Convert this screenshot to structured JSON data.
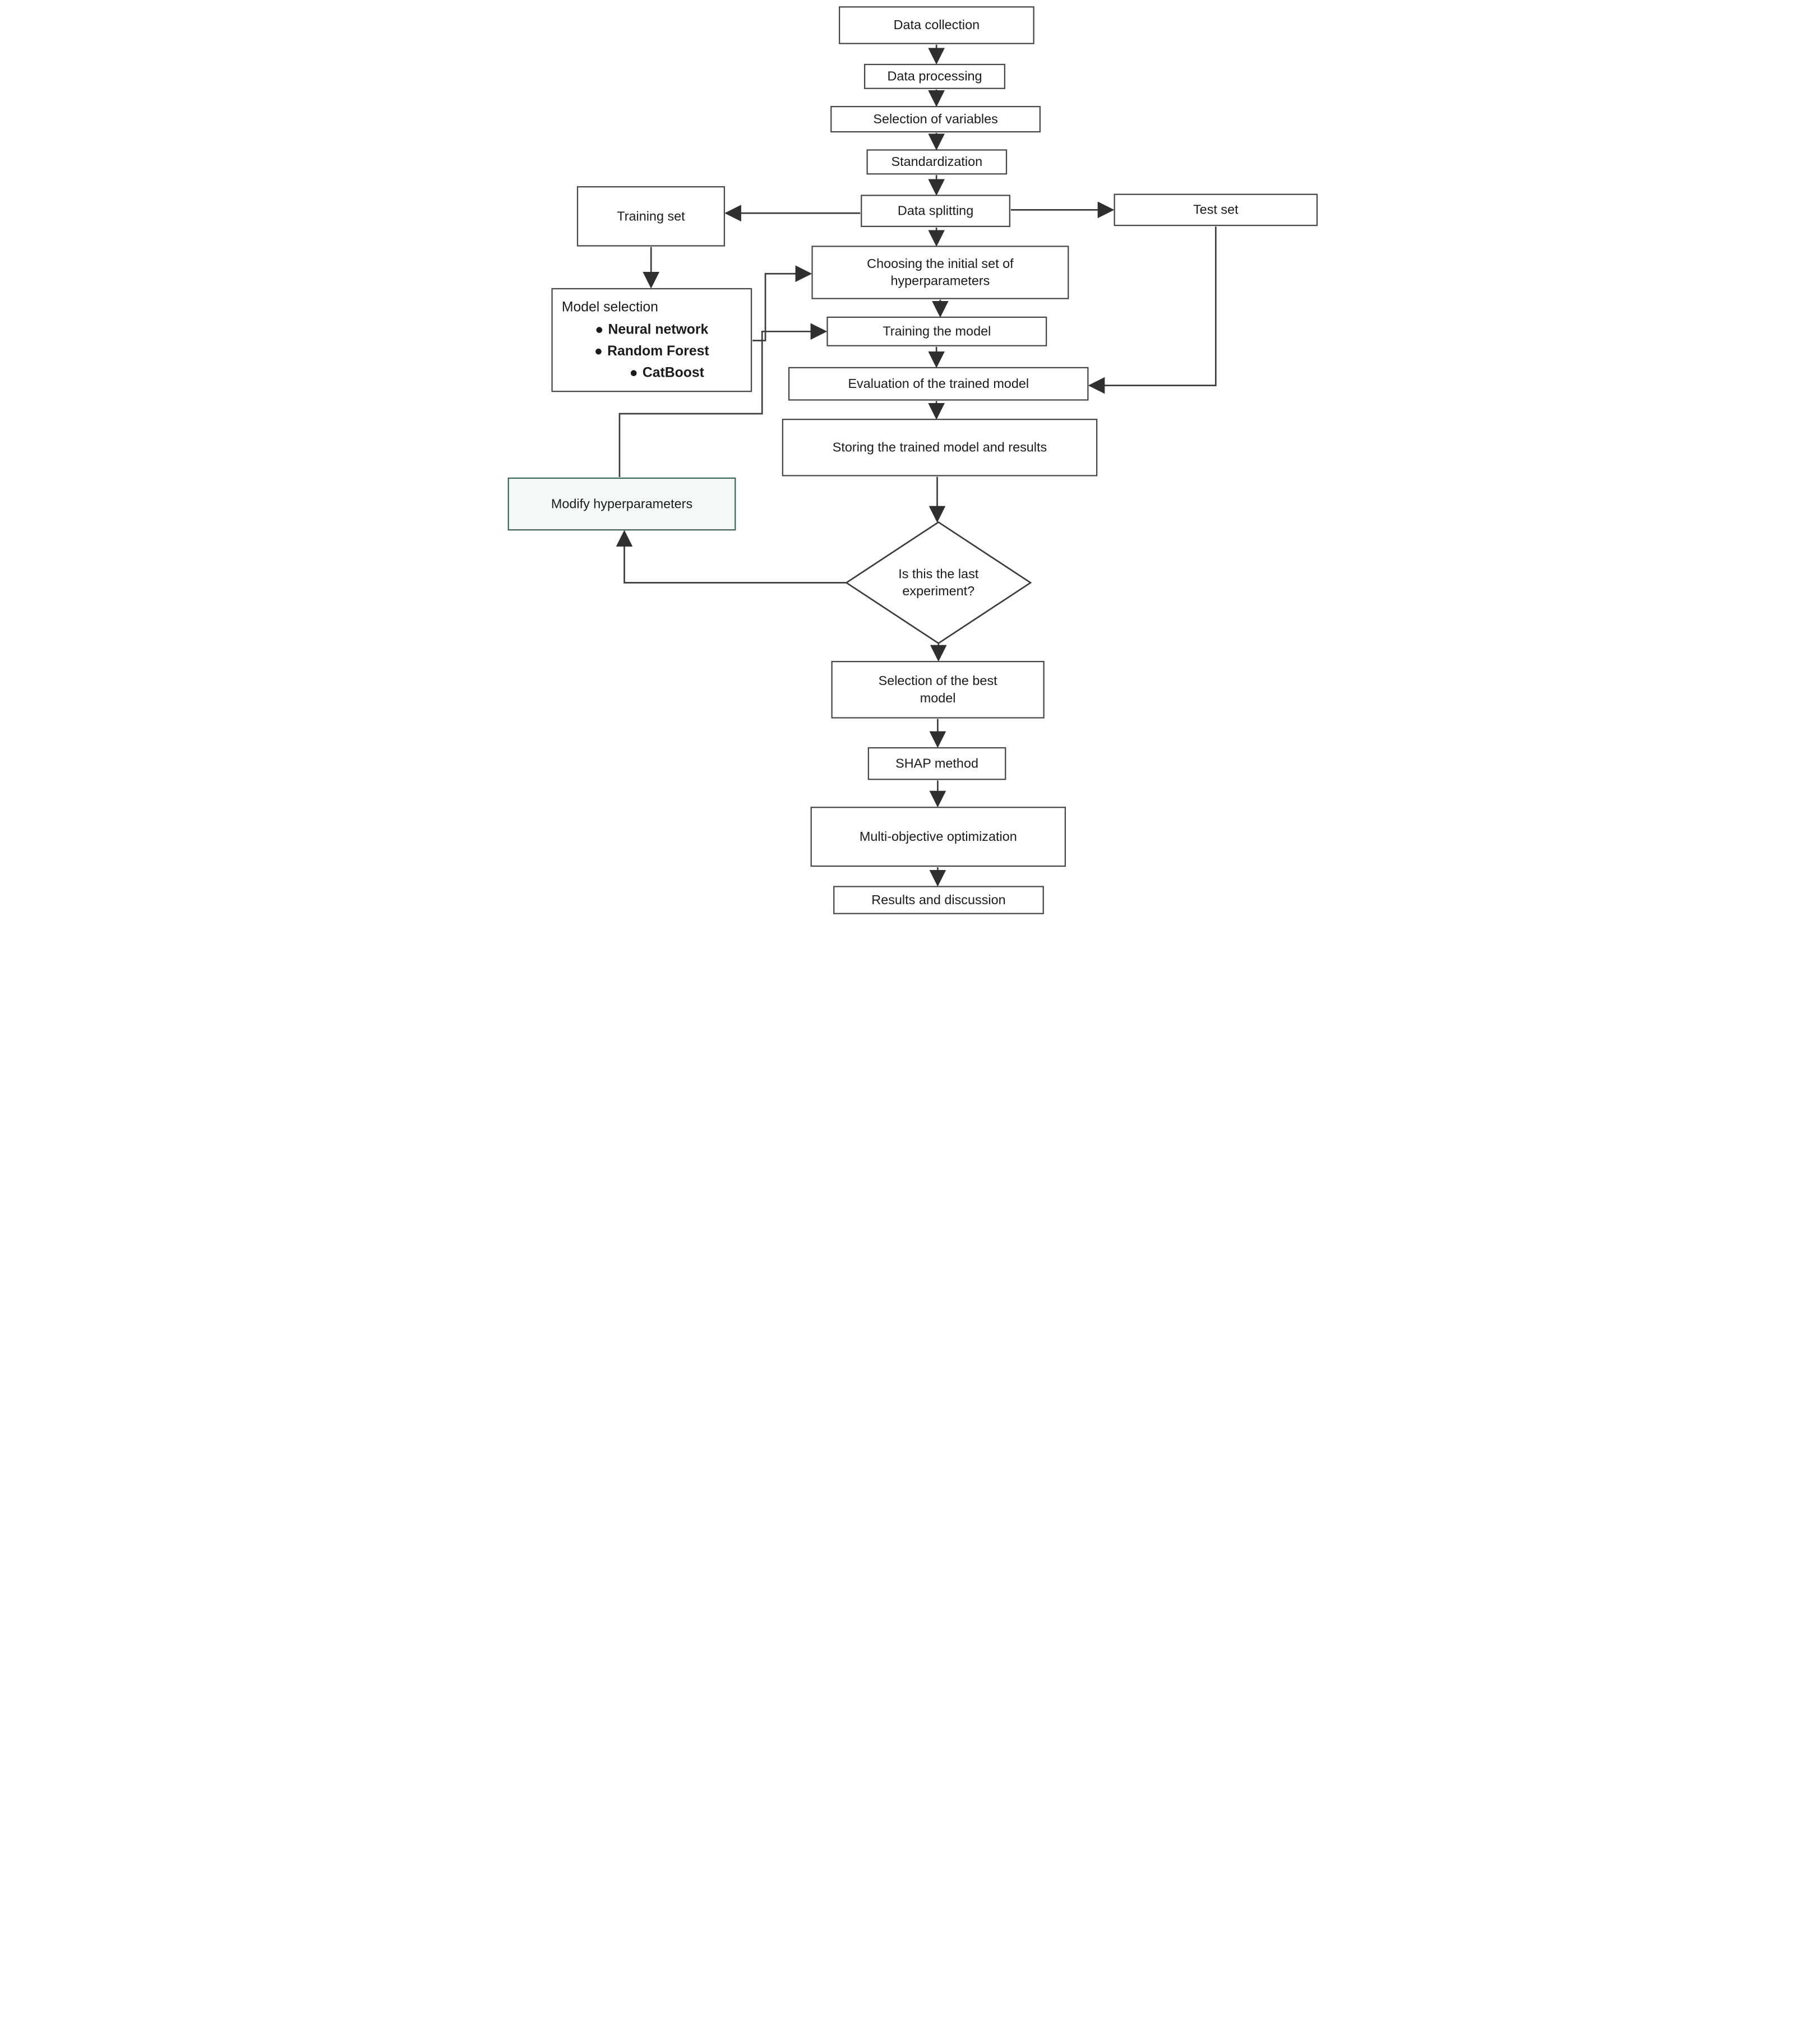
{
  "figure": {
    "background_color": "#ffffff",
    "box_border_color": "#474747",
    "line_color": "#3c3c3c",
    "arrow_color": "#2f2f2f",
    "text_color": "#1b1b1b",
    "modify_box_border_color": "#41635a",
    "modify_box_fill_color": "#f3f9f7"
  },
  "nodes": {
    "data_collection": {
      "label": "Data collection"
    },
    "data_processing": {
      "label": "Data processing"
    },
    "selection_of_variables": {
      "label": "Selection of variables"
    },
    "standardization": {
      "label": "Standardization"
    },
    "training_set": {
      "label": "Training set"
    },
    "data_splitting": {
      "label": "Data splitting"
    },
    "test_set": {
      "label": "Test set"
    },
    "choosing_hyperparameters": {
      "label": "Choosing the initial set of\nhyperparameters"
    },
    "model_selection": {
      "label": "Model selection",
      "items": [
        "Neural network",
        "Random Forest",
        "CatBoost"
      ]
    },
    "training_the_model": {
      "label": "Training the model"
    },
    "evaluation": {
      "label": "Evaluation of the trained model"
    },
    "storing": {
      "label": "Storing the trained model and results"
    },
    "modify_hyperparameters": {
      "label": "Modify hyperparameters"
    },
    "decision": {
      "label": "Is this the last\nexperiment?"
    },
    "selection_best_model": {
      "label": "Selection of the best\nmodel"
    },
    "shap_method": {
      "label": "SHAP method"
    },
    "multi_objective": {
      "label": "Multi-objective optimization"
    },
    "results_discussion": {
      "label": "Results and discussion"
    }
  }
}
